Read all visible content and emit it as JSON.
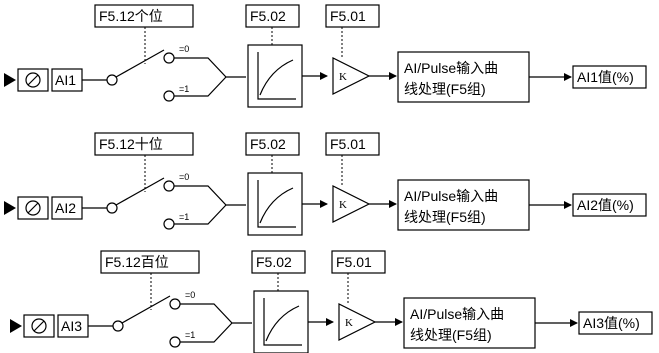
{
  "channels": [
    {
      "input_label": "AI1",
      "selector_label": "F5.12个位",
      "option0": "=0",
      "option1": "=1",
      "curve_label": "F5.02",
      "gain_label": "F5.01",
      "gain_symbol": "K",
      "process_line1": "AI/Pulse输入曲",
      "process_line2": "线处理(F5组)",
      "output_label": "AI1值(%)"
    },
    {
      "input_label": "AI2",
      "selector_label": "F5.12十位",
      "option0": "=0",
      "option1": "=1",
      "curve_label": "F5.02",
      "gain_label": "F5.01",
      "gain_symbol": "K",
      "process_line1": "AI/Pulse输入曲",
      "process_line2": "线处理(F5组)",
      "output_label": "AI2值(%)"
    },
    {
      "input_label": "AI3",
      "selector_label": "F5.12百位",
      "option0": "=0",
      "option1": "=1",
      "curve_label": "F5.02",
      "gain_label": "F5.01",
      "gain_symbol": "K",
      "process_line1": "AI/Pulse输入曲",
      "process_line2": "线处理(F5组)",
      "output_label": "AI3值(%)"
    }
  ]
}
